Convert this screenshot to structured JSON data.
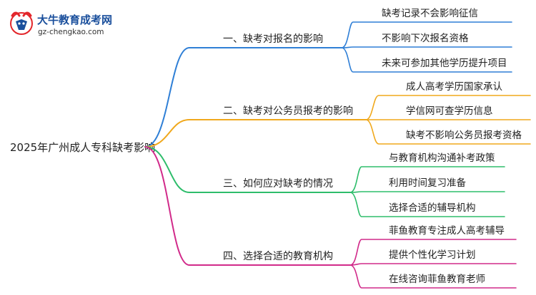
{
  "logo": {
    "title": "大牛教育成考网",
    "url": "gz-chengkao.com",
    "colors": {
      "primary": "#1a4f9c",
      "accent": "#e3262b"
    },
    "icon": "bull-head-logo-icon"
  },
  "root": {
    "label": "2025年广州成人专科缺考影响"
  },
  "branches": [
    {
      "label": "一、缺考对报名的影响",
      "color": "#2f7fd6",
      "leaves": [
        "缺考记录不会影响征信",
        "不影响下次报名资格",
        "未来可参加其他学历提升项目"
      ]
    },
    {
      "label": "二、缺考对公务员报考的影响",
      "color": "#f0a81c",
      "leaves": [
        "成人高考学历国家承认",
        "学信网可查学历信息",
        "缺考不影响公务员报考资格"
      ]
    },
    {
      "label": "三、如何应对缺考的情况",
      "color": "#2ebd6b",
      "leaves": [
        "与教育机构沟通补考政策",
        "利用时间复习准备",
        "选择合适的辅导机构"
      ]
    },
    {
      "label": "四、选择合适的教育机构",
      "color": "#d12a8a",
      "leaves": [
        "菲鱼教育专注成人高考辅导",
        "提供个性化学习计划",
        "在线咨询菲鱼教育老师"
      ]
    }
  ]
}
